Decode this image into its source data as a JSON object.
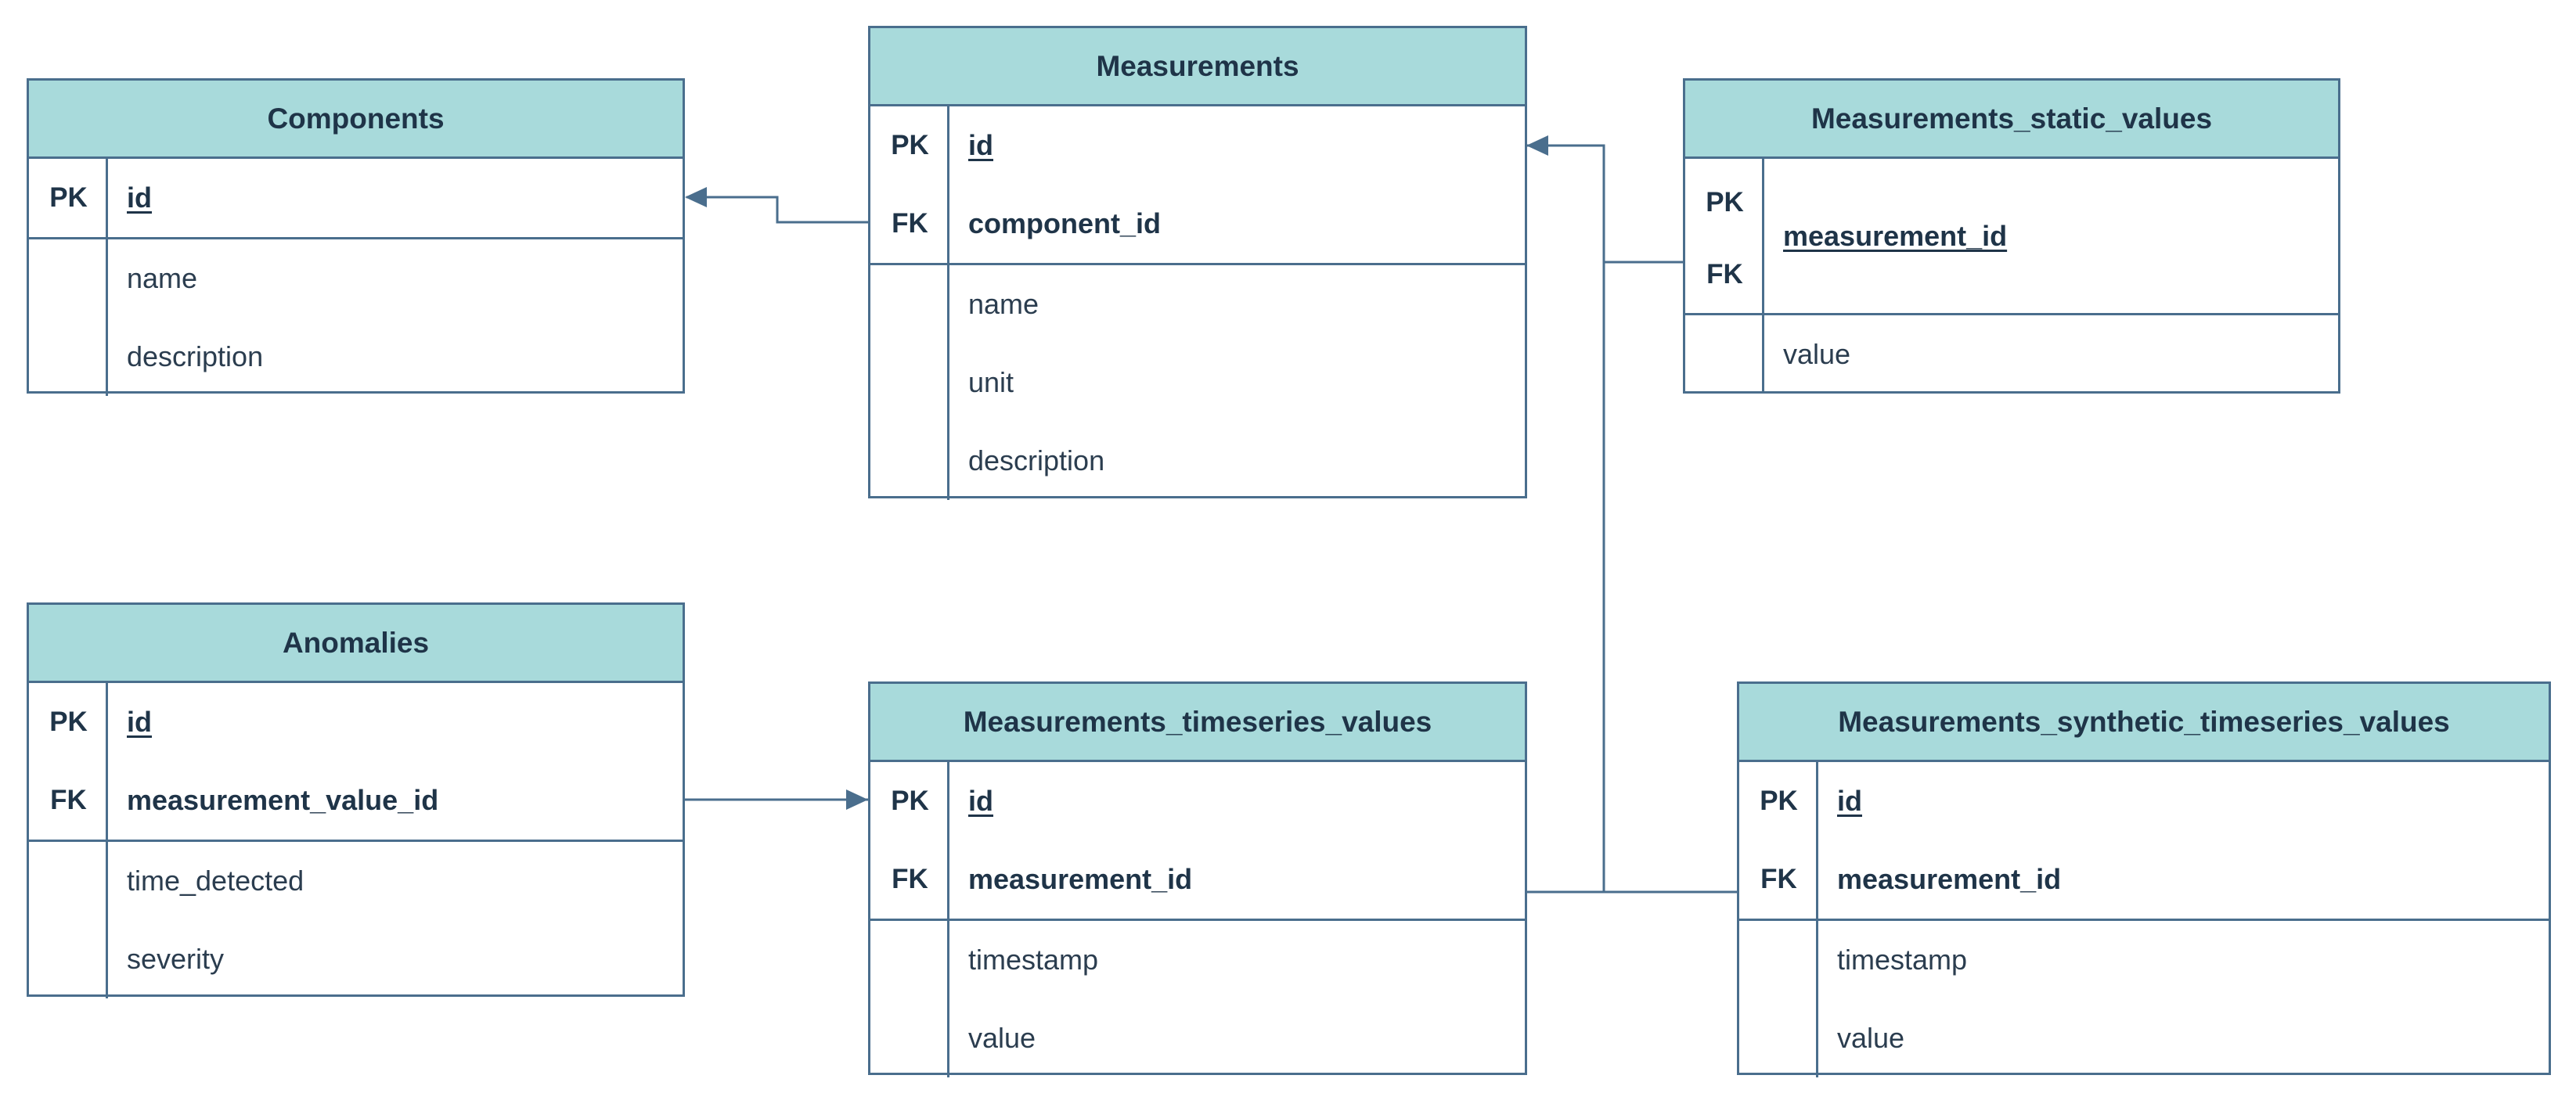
{
  "colors": {
    "header_fill": "#a8dadb",
    "border": "#4a6e8d",
    "text": "#1f3448"
  },
  "entities": {
    "components": {
      "title": "Components",
      "keys": [
        {
          "key": "PK",
          "field": "id"
        }
      ],
      "attributes": [
        "name",
        "description"
      ]
    },
    "measurements": {
      "title": "Measurements",
      "keys": [
        {
          "key": "PK",
          "field": "id"
        },
        {
          "key": "FK",
          "field": "component_id"
        }
      ],
      "attributes": [
        "name",
        "unit",
        "description"
      ]
    },
    "measurements_static_values": {
      "title": "Measurements_static_values",
      "keys": [
        {
          "key": "PK",
          "field": "measurement_id"
        },
        {
          "key": "FK",
          "field": "measurement_id"
        }
      ],
      "attributes": [
        "value"
      ]
    },
    "anomalies": {
      "title": "Anomalies",
      "keys": [
        {
          "key": "PK",
          "field": "id"
        },
        {
          "key": "FK",
          "field": "measurement_value_id"
        }
      ],
      "attributes": [
        "time_detected",
        "severity"
      ]
    },
    "measurements_timeseries_values": {
      "title": "Measurements_timeseries_values",
      "keys": [
        {
          "key": "PK",
          "field": "id"
        },
        {
          "key": "FK",
          "field": "measurement_id"
        }
      ],
      "attributes": [
        "timestamp",
        "value"
      ]
    },
    "measurements_synthetic_timeseries_values": {
      "title": "Measurements_synthetic_timeseries_values",
      "keys": [
        {
          "key": "PK",
          "field": "id"
        },
        {
          "key": "FK",
          "field": "measurement_id"
        }
      ],
      "attributes": [
        "timestamp",
        "value"
      ]
    }
  },
  "relationships": [
    {
      "from": "Measurements.component_id",
      "to": "Components.id"
    },
    {
      "from": "Measurements_static_values.measurement_id",
      "to": "Measurements.id"
    },
    {
      "from": "Measurements_timeseries_values.measurement_id",
      "to": "Measurements.id"
    },
    {
      "from": "Measurements_synthetic_timeseries_values.measurement_id",
      "to": "Measurements.id"
    },
    {
      "from": "Anomalies.measurement_value_id",
      "to": "Measurements_timeseries_values.id"
    }
  ]
}
